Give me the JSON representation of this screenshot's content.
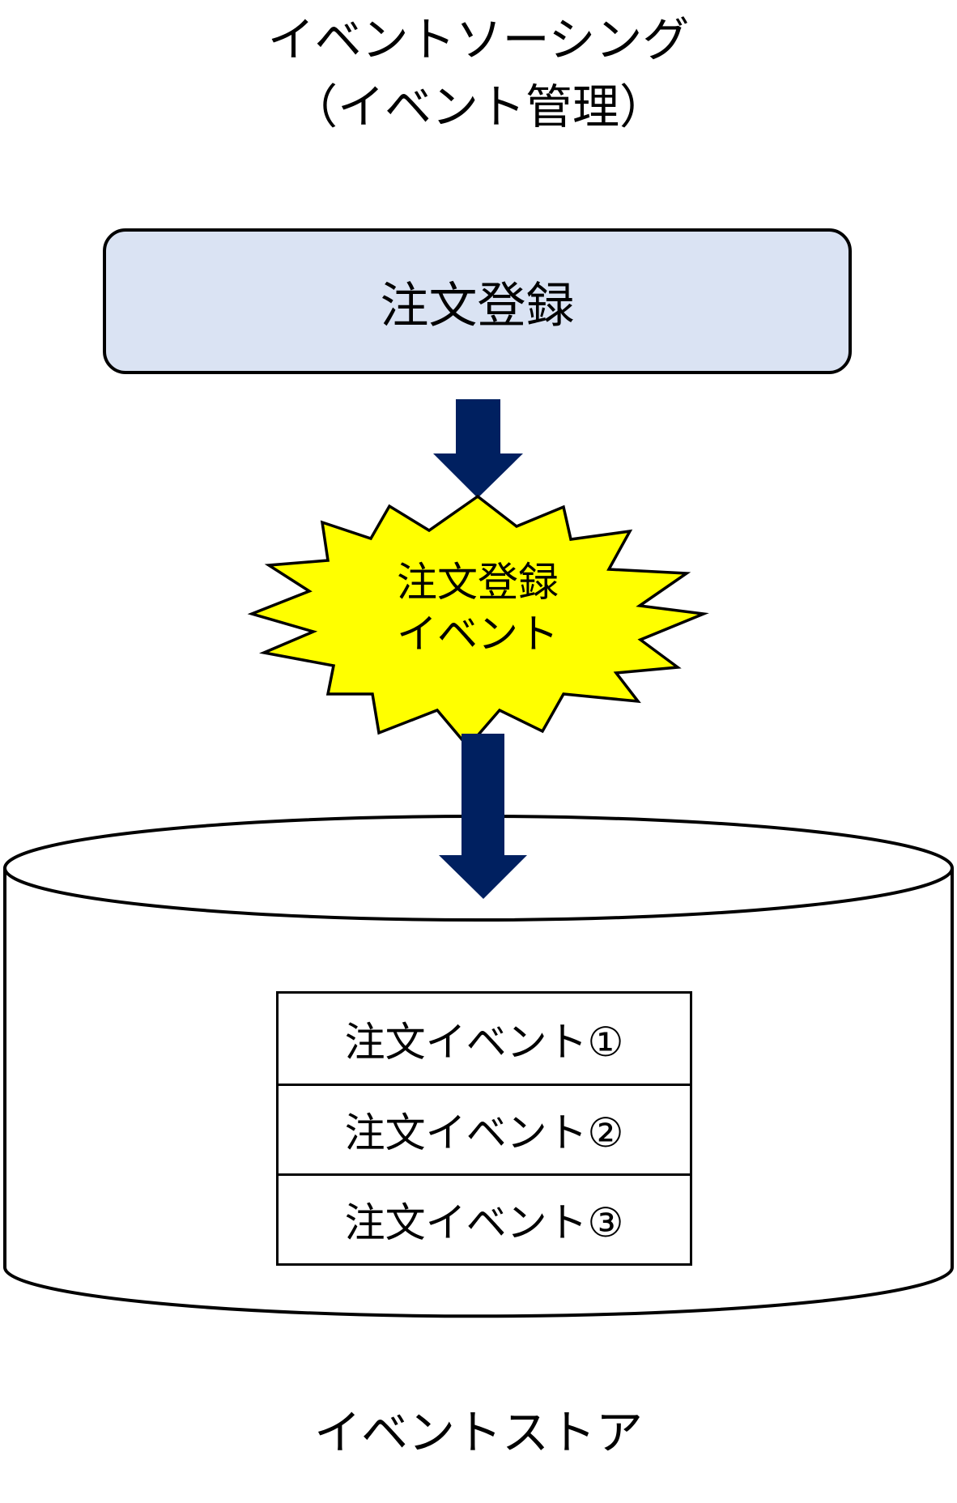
{
  "title": {
    "line1": "イベントソーシング",
    "line2": "（イベント管理）"
  },
  "command_box": {
    "label": "注文登録",
    "fill": "#dae3f3"
  },
  "event_burst": {
    "line1": "注文登録",
    "line2": "イベント",
    "fill": "#ffff00"
  },
  "arrow_color": "#002060",
  "event_store": {
    "events": [
      "注文イベント①",
      "注文イベント②",
      "注文イベント③"
    ],
    "label": "イベントストア"
  }
}
